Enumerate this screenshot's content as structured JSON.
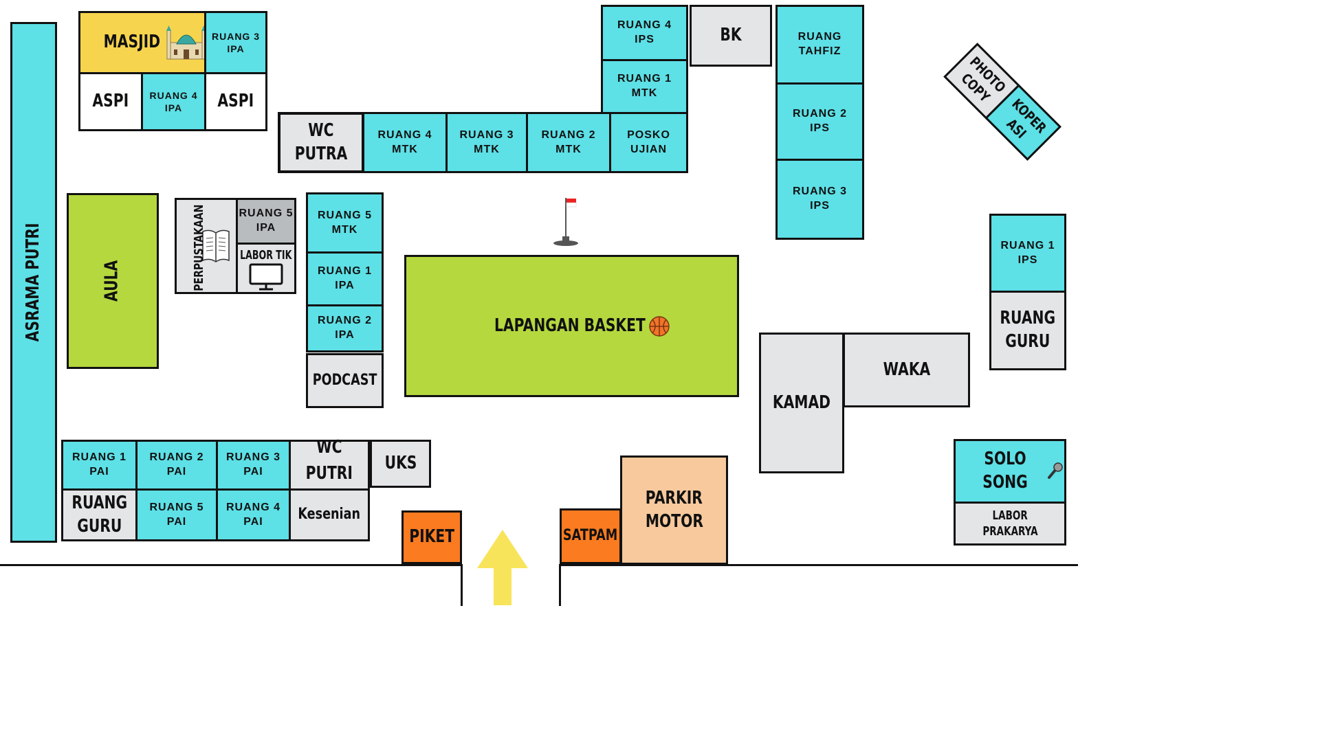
{
  "rooms": {
    "masjid": "MASJID",
    "ruang3ipa": [
      "RUANG 3",
      "IPA"
    ],
    "aspi_left": "ASPI",
    "ruang4ipa": [
      "RUANG 4",
      "IPA"
    ],
    "aspi_right": "ASPI",
    "asrama_putri": "ASRAMA PUTRI",
    "wc_putra": [
      "WC",
      "PUTRA"
    ],
    "ruang4mtk": [
      "RUANG 4",
      "MTK"
    ],
    "ruang3mtk": [
      "RUANG 3",
      "MTK"
    ],
    "ruang2mtk": [
      "RUANG 2",
      "MTK"
    ],
    "posko_ujian": [
      "POSKO",
      "UJIAN"
    ],
    "ruang4ips": [
      "RUANG 4",
      "IPS"
    ],
    "ruang1mtk": [
      "RUANG 1",
      "MTK"
    ],
    "bk": "BK",
    "ruang_tahfiz": [
      "RUANG",
      "TAHFIZ"
    ],
    "ruang2ips": [
      "RUANG 2",
      "IPS"
    ],
    "ruang3ips": [
      "RUANG 3",
      "IPS"
    ],
    "photo_copy": [
      "PHOTO",
      "COPY"
    ],
    "koperasi": [
      "KOPER",
      "ASI"
    ],
    "aula": "AULA",
    "perpustakaan": "PERPUSTAKAAN",
    "ruang5ipa": [
      "RUANG 5",
      "IPA"
    ],
    "labor_tik": "LABOR TIK",
    "ruang5mtk": [
      "RUANG 5",
      "MTK"
    ],
    "ruang1ipa": [
      "RUANG 1",
      "IPA"
    ],
    "ruang2ipa": [
      "RUANG 2",
      "IPA"
    ],
    "podcast": "PODCAST",
    "lapangan_basket": "LAPANGAN BASKET",
    "ruang1ips": [
      "RUANG 1",
      "IPS"
    ],
    "ruang_guru_right": [
      "RUANG",
      "GURU"
    ],
    "kamad": "KAMAD",
    "waka": "WAKA",
    "solo_song": "SOLO SONG",
    "labor_prakarya": [
      "LABOR",
      "PRAKARYA"
    ],
    "ruang1pai": [
      "RUANG 1",
      "PAI"
    ],
    "ruang2pai": [
      "RUANG 2",
      "PAI"
    ],
    "ruang3pai": [
      "RUANG 3",
      "PAI"
    ],
    "wc_putri": [
      "WC",
      "PUTRI"
    ],
    "uks": "UKS",
    "ruang_guru_left": [
      "RUANG",
      "GURU"
    ],
    "ruang5pai": [
      "RUANG 5",
      "PAI"
    ],
    "ruang4pai": [
      "RUANG 4",
      "PAI"
    ],
    "kesenian": "Kesenian",
    "piket": "PIKET",
    "satpam": "SATPAM",
    "parkir_motor": [
      "PARKIR",
      "MOTOR"
    ]
  },
  "icons": {
    "mosque": "mosque-icon",
    "book": "book-icon",
    "monitor": "monitor-icon",
    "flag": "flagpole-icon",
    "basketball": "basketball-icon",
    "microphone": "microphone-icon",
    "entrance": "entrance-arrow-icon"
  },
  "colors": {
    "classroom": "#5de0e6",
    "office": "#e3e5e7",
    "field": "#b5d83f",
    "mosque": "#f7d44d",
    "security": "#fa7b20",
    "parking": "#f7c99d",
    "entrance_arrow": "#f8e45a"
  }
}
